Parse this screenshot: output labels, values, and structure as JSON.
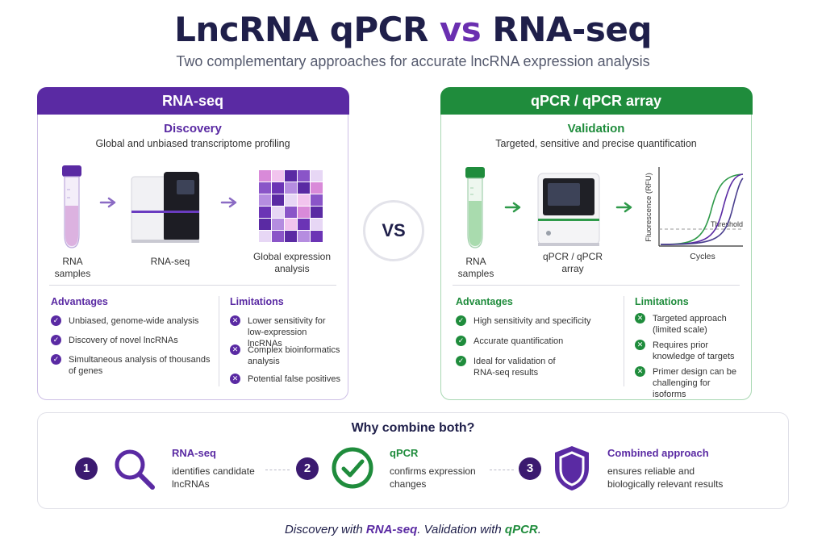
{
  "header": {
    "title_part1": "LncRNA qPCR ",
    "title_vs": "vs",
    "title_part2": " RNA-seq",
    "subtitle": "Two complementary approaches for accurate lncRNA expression analysis"
  },
  "vs_label": "VS",
  "rnaseq": {
    "header": "RNA-seq",
    "title": "Discovery",
    "description": "Global and unbiased transcriptome profiling",
    "steps": [
      "RNA samples",
      "RNA-seq",
      "Global expression analysis"
    ],
    "advantages_title": "Advantages",
    "advantages": [
      "Unbiased, genome-wide analysis",
      "Discovery of novel lncRNAs",
      "Simultaneous analysis of thousands of genes"
    ],
    "limitations_title": "Limitations",
    "limitations": [
      "Lower sensitivity for low-expression lncRNAs",
      "Complex bioinformatics analysis",
      "Potential false positives"
    ]
  },
  "qpcr": {
    "header": "qPCR / qPCR array",
    "title": "Validation",
    "description": "Targeted, sensitive and precise quantification",
    "steps": [
      "RNA samples",
      "qPCR / qPCR array"
    ],
    "chart": {
      "ylabel": "Fluorescence (RFU)",
      "xlabel": "Cycles",
      "threshold_label": "Threshold"
    },
    "advantages_title": "Advantages",
    "advantages": [
      "High sensitivity and specificity",
      "Accurate quantification",
      "Ideal for validation of RNA-seq results"
    ],
    "limitations_title": "Limitations",
    "limitations": [
      "Targeted approach (limited scale)",
      "Requires prior knowledge of targets",
      "Primer design can be challenging for isoforms"
    ]
  },
  "combine": {
    "title": "Why combine both?",
    "steps": [
      {
        "number": "1",
        "name": "RNA-seq",
        "description": "identifies candidate lncRNAs",
        "icon": "magnifier-icon"
      },
      {
        "number": "2",
        "name": "qPCR",
        "description": "confirms expression changes",
        "icon": "checkmark-circle-icon"
      },
      {
        "number": "3",
        "name": "Combined approach",
        "description": "ensures reliable and biologically relevant results",
        "icon": "shield-icon"
      }
    ]
  },
  "footer": {
    "t1": "Discovery with ",
    "t2": "RNA-seq",
    "t3": ". Validation with ",
    "t4": "qPCR",
    "t5": "."
  },
  "colors": {
    "purple": "#5a2aa3",
    "green": "#1f8c3c",
    "navy": "#1f1f4a"
  }
}
